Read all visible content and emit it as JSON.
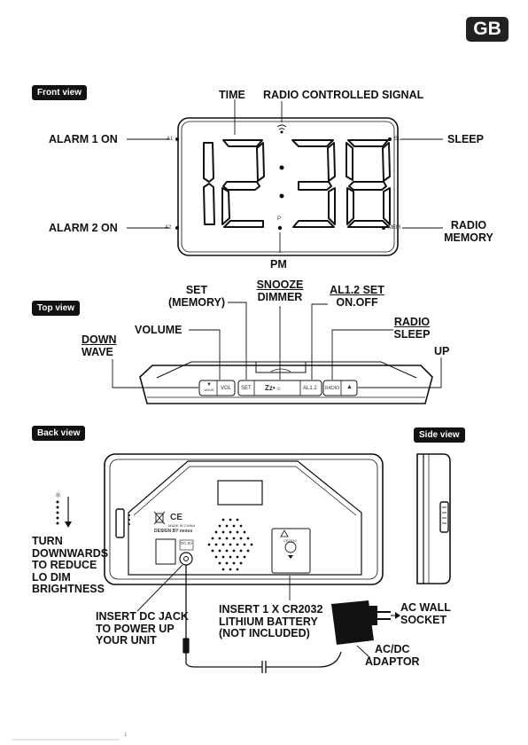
{
  "lang_badge": "GB",
  "front": {
    "section": "Front view",
    "time": "TIME",
    "radio_signal": "RADIO CONTROLLED SIGNAL",
    "alarm1": "ALARM 1 ON",
    "alarm2": "ALARM 2 ON",
    "sleep": "SLEEP",
    "radio_memory_1": "RADIO",
    "radio_memory_2": "MEMORY",
    "pm": "PM",
    "display_time": "12:38",
    "ind_a1": "A1",
    "ind_a2": "A2",
    "ind_sl": "SL",
    "ind_mem": "MEM",
    "ind_p": "P"
  },
  "top": {
    "section": "Top view",
    "set_1": "SET",
    "set_2": "(MEMORY)",
    "snooze_1": "SNOOZE",
    "snooze_2": "DIMMER",
    "al_1": "AL1.2 SET",
    "al_2": "ON.OFF",
    "volume": "VOLUME",
    "radio_1": "RADIO",
    "radio_2": "SLEEP",
    "down_1": "DOWN",
    "down_2": "WAVE",
    "up": "UP",
    "btn_down": "▼",
    "btn_wave": "WAVE",
    "btn_vol": "VOL",
    "btn_set": "SET",
    "btn_snooze": "Zz•☼",
    "btn_al": "AL1.2",
    "btn_radio": "RADIO",
    "btn_up": "▲"
  },
  "back": {
    "section": "Back view",
    "side_section": "Side view",
    "turn_1": "TURN",
    "turn_2": "DOWNWARDS",
    "turn_3": "TO REDUCE",
    "turn_4": "LO DIM",
    "turn_5": "BRIGHTNESS",
    "dc_1": "INSERT DC JACK",
    "dc_2": "TO POWER UP",
    "dc_3": "YOUR UNIT",
    "battery_1": "INSERT 1 X CR2032",
    "battery_2": "LITHIUM BATTERY",
    "battery_3": "(NOT INCLUDED)",
    "ac_1": "AC WALL",
    "ac_2": "SOCKET",
    "adaptor_1": "AC/DC",
    "adaptor_2": "ADAPTOR",
    "ce": "CE",
    "made_in": "MADE IN CHINA",
    "design": "DESIGN BY nexus",
    "dc_rating": "DC 5V",
    "battery_label": "CR2032"
  },
  "page_number": "1"
}
